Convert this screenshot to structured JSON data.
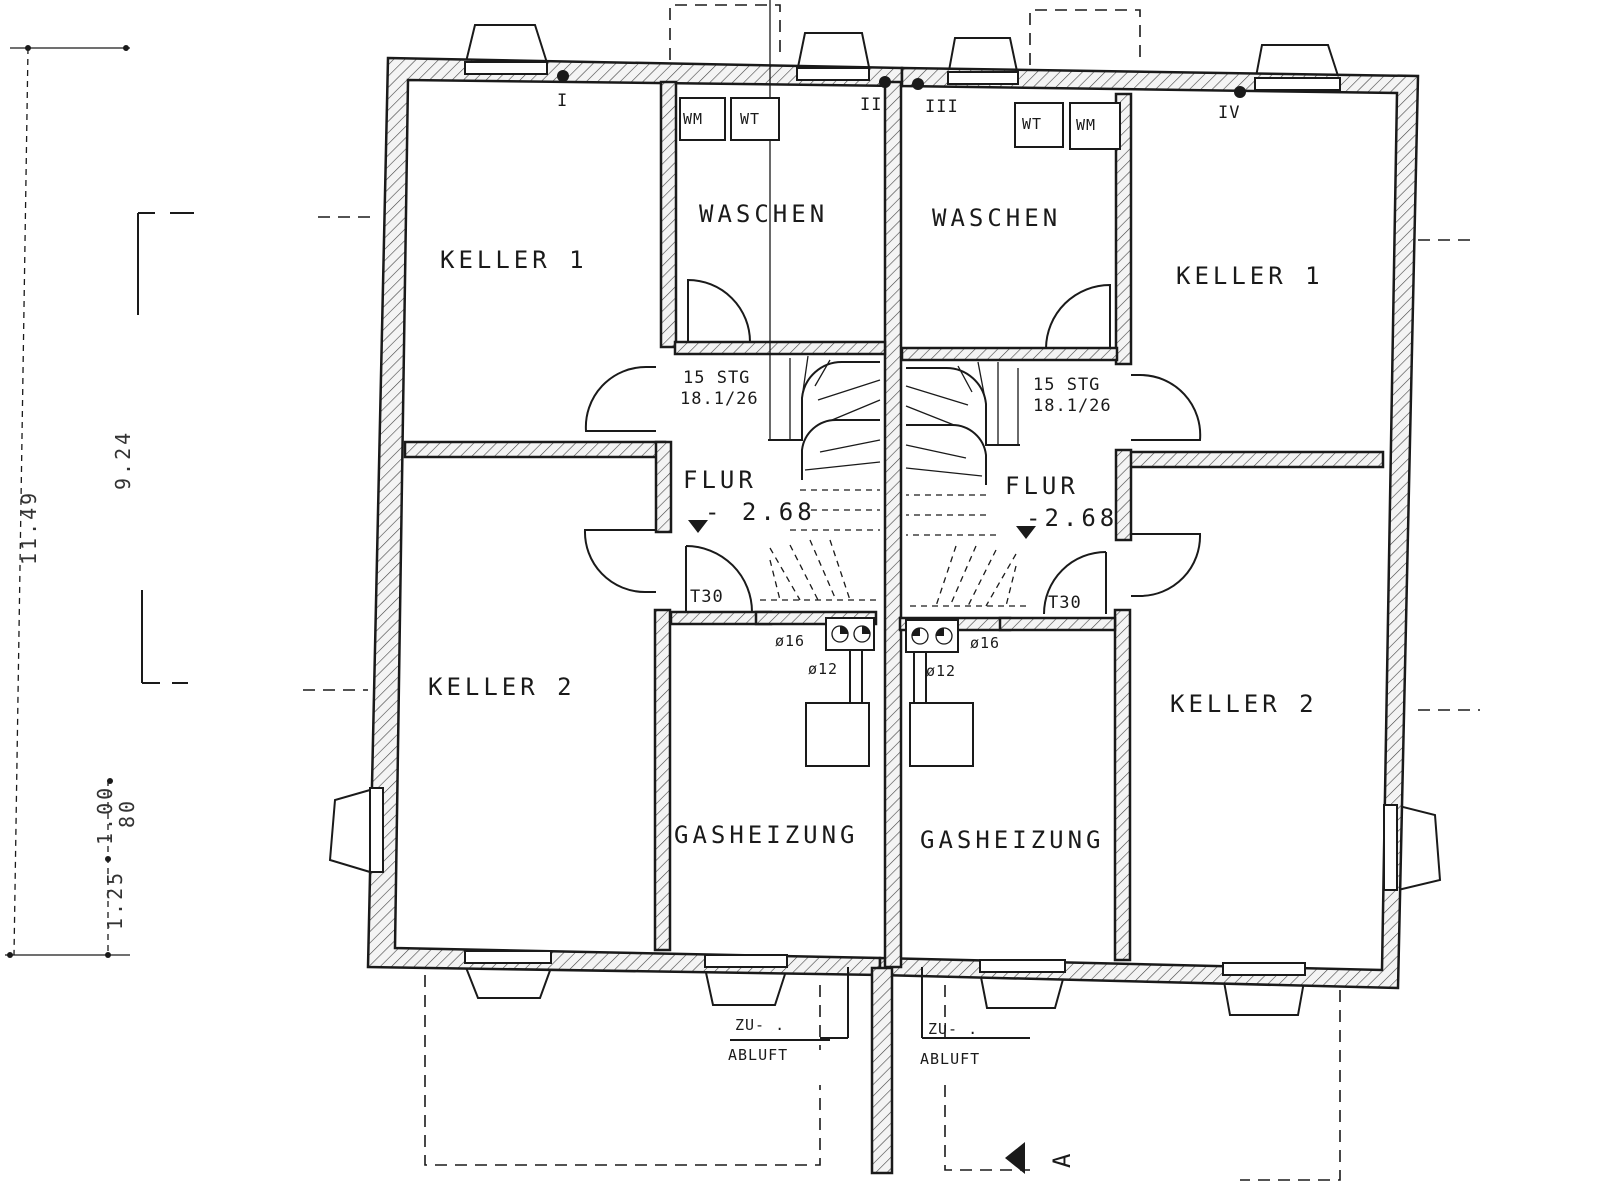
{
  "dimensions": {
    "overall_height": "11.49",
    "inner_height": "9.24",
    "d_100": "1.00",
    "d_80": "80",
    "d_125": "1.25"
  },
  "left_unit": {
    "corner_mark_1": "I",
    "corner_mark_2": "II",
    "wm": "WM",
    "wt": "WT",
    "waschen": "WASCHEN",
    "keller1": "KELLER 1",
    "keller2": "KELLER 2",
    "stairs_count": "15 STG",
    "stairs_ratio": "18.1/26",
    "flur": "FLUR",
    "level": "- 2.68",
    "door_t30": "T30",
    "pipe_16": "ø16",
    "pipe_12": "ø12",
    "heating": "GASHEIZUNG",
    "air_in": "ZU- .",
    "air_out": "ABLUFT"
  },
  "right_unit": {
    "corner_mark_3": "III",
    "corner_mark_4": "IV",
    "wt": "WT",
    "wm": "WM",
    "waschen": "WASCHEN",
    "keller1": "KELLER 1",
    "keller2": "KELLER 2",
    "stairs_count": "15 STG",
    "stairs_ratio": "18.1/26",
    "flur": "FLUR",
    "level": "-2.68",
    "door_t30": "T30",
    "pipe_16": "ø16",
    "pipe_12": "ø12",
    "heating": "GASHEIZUNG",
    "air_in": "ZU- .",
    "air_out": "ABLUFT"
  },
  "section_marker": "A"
}
